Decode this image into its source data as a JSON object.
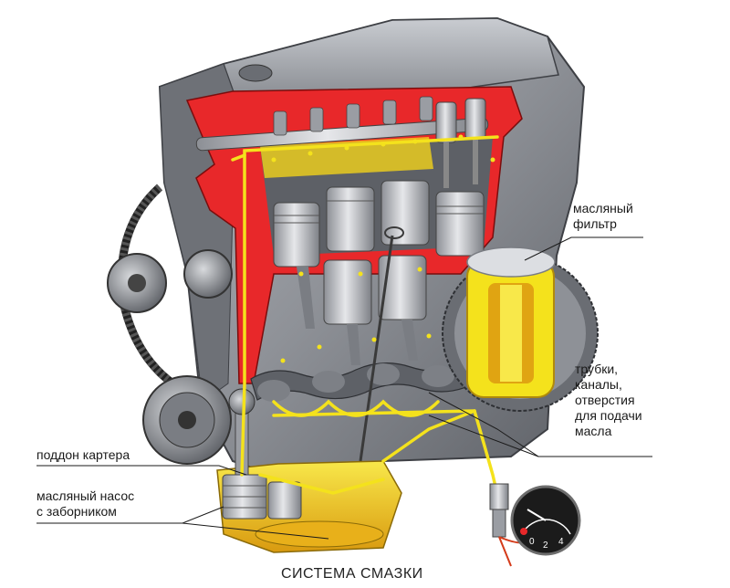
{
  "diagram": {
    "title": "СИСТЕМА СМАЗКИ",
    "labels": {
      "oil_filter": "масляный\nфильтр",
      "tubes_channels": "трубки,\nканалы,\nотверстия\nдля подачи\nмасла",
      "oil_pan": "поддон картера",
      "oil_pump": "масляный насос\nс заборником"
    },
    "gauge_scale": [
      "0",
      "2",
      "4"
    ],
    "colors": {
      "block_grey": "#8e9197",
      "head_dark": "#5a5d63",
      "cutaway_red": "#e8282a",
      "oil_yellow": "#f4e21c",
      "oil_amber": "#e0a412",
      "gauge_face": "#1b1b1b"
    }
  }
}
